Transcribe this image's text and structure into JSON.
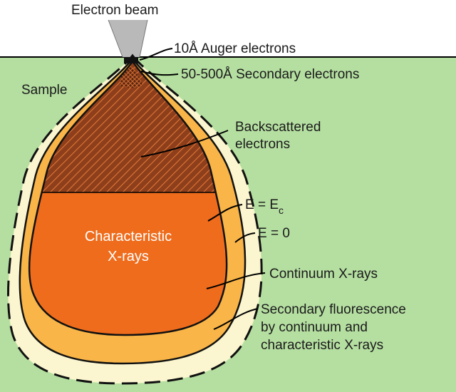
{
  "labels": {
    "electron_beam": "Electron beam",
    "sample": "Sample",
    "auger": "10Å Auger electrons",
    "secondary": "50-500Å Secondary electrons",
    "backscattered_line1": "Backscattered",
    "backscattered_line2": "electrons",
    "characteristic_line1": "Characteristic",
    "characteristic_line2": "X-rays",
    "e_ec_prefix": "E = E",
    "e_ec_subscript": "c",
    "e_zero": "E = 0",
    "continuum": "Continuum X-rays",
    "fluorescence_line1": "Secondary fluorescence",
    "fluorescence_line2": "by continuum and",
    "fluorescence_line3": "characteristic X-rays"
  },
  "colors": {
    "background": "#ffffff",
    "sample": "#b5dfa1",
    "fluorescence_zone": "#fbf6cf",
    "continuum_zone": "#f9b548",
    "characteristic_zone": "#ef6c1c",
    "backscattered_zone": "#8d3e1a",
    "beam": "#b9b9b9"
  }
}
